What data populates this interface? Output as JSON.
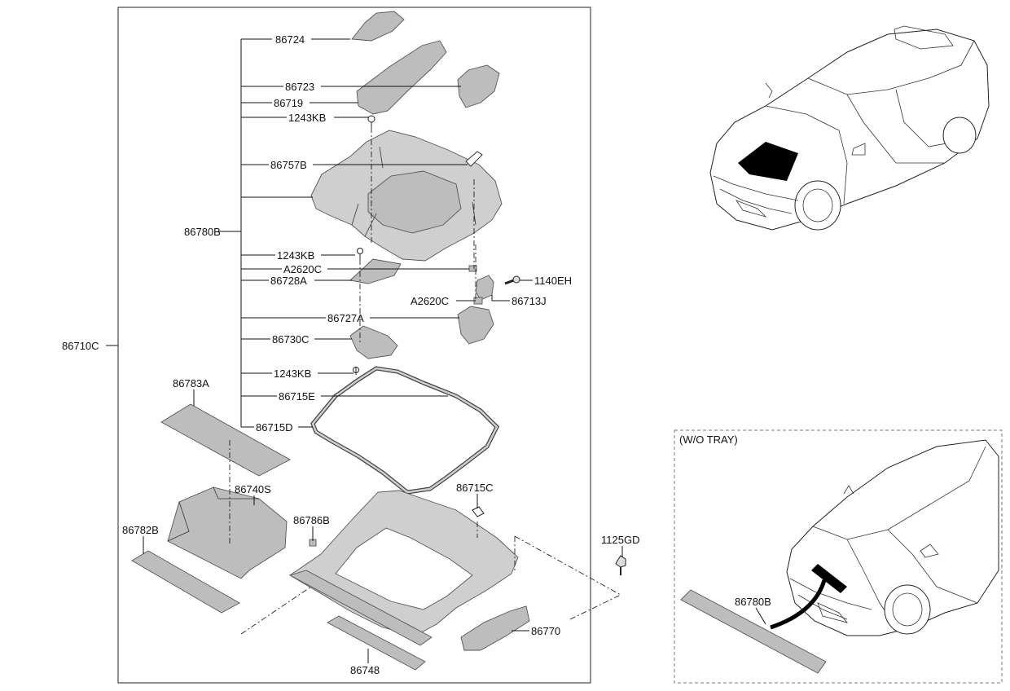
{
  "labels": {
    "p86724": "86724",
    "p86723": "86723",
    "p86719": "86719",
    "p1243KB_a": "1243KB",
    "p86757B": "86757B",
    "p86780B": "86780B",
    "p1243KB_b": "1243KB",
    "pA2620C_a": "A2620C",
    "p86728A": "86728A",
    "p1140EH": "1140EH",
    "pA2620C_b": "A2620C",
    "p86713J": "86713J",
    "p86727A": "86727A",
    "p86730C": "86730C",
    "p1243KB_c": "1243KB",
    "p86715E": "86715E",
    "p86715D": "86715D",
    "p86710C": "86710C",
    "p86783A": "86783A",
    "p86740S": "86740S",
    "p86782B": "86782B",
    "p86786B": "86786B",
    "p86715C": "86715C",
    "p1125GD": "1125GD",
    "p86770": "86770",
    "p86748": "86748"
  },
  "inset": {
    "title": "(W/O TRAY)",
    "part_label": "86780B"
  },
  "colors": {
    "part_fill": "#bdbdbd",
    "line": "#111111",
    "highlight": "#000000"
  }
}
